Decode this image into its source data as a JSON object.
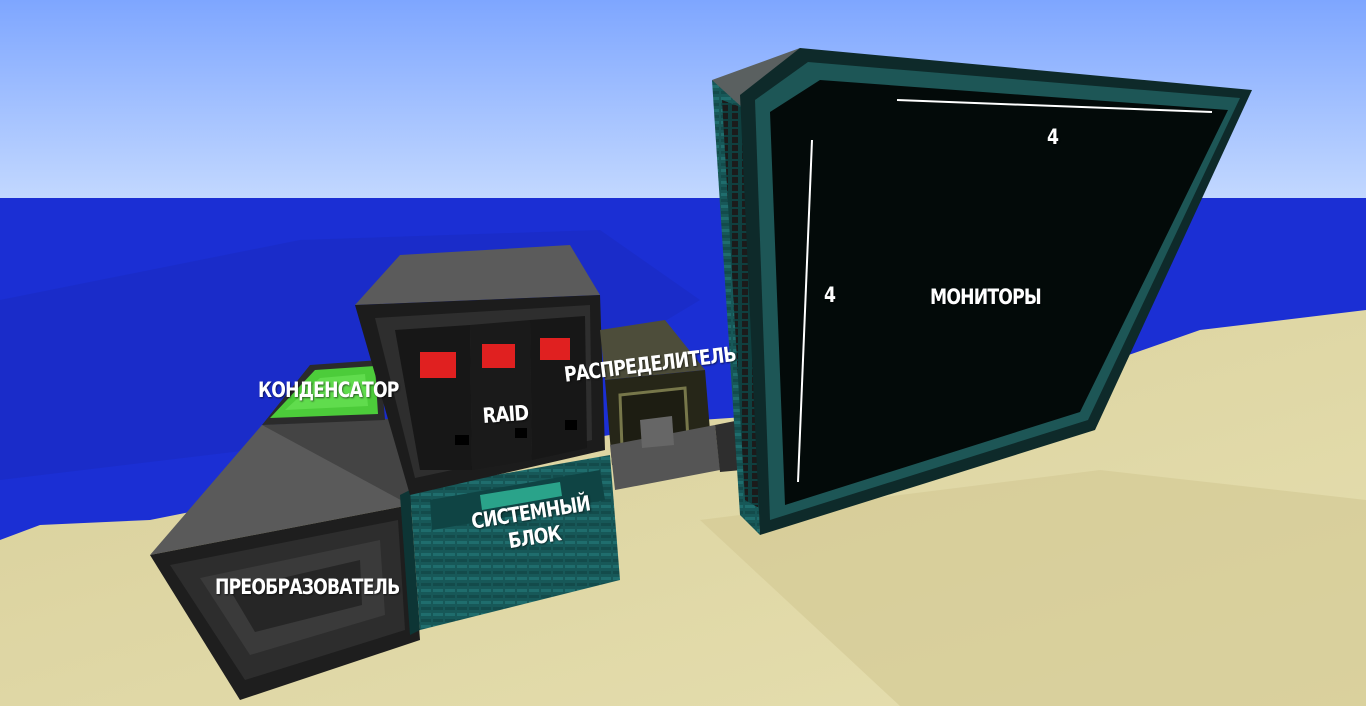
{
  "labels": {
    "condenser": "КОНДЕНСАТОР",
    "raid": "RAID",
    "distributor": "РАСПРЕДЕЛИТЕЛЬ",
    "system_unit_line1": "СИСТЕМНЫЙ",
    "system_unit_line2": "БЛОК",
    "converter": "ПРЕОБРАЗОВАТЕЛЬ",
    "monitors": "МОНИТОРЫ",
    "monitor_width": "4",
    "monitor_height": "4"
  },
  "colors": {
    "sky_top": "#92b4ff",
    "sky_bottom": "#c6dbff",
    "ocean": "#1b2fd4",
    "sand": "#dbd3a0",
    "block_dark": "#2a2a2a",
    "block_top": "#555555",
    "teal": "#1f6a6a",
    "monitor_screen": "#030a09",
    "raid_led": "#e02020",
    "condenser_green": "#4ccc3a"
  }
}
